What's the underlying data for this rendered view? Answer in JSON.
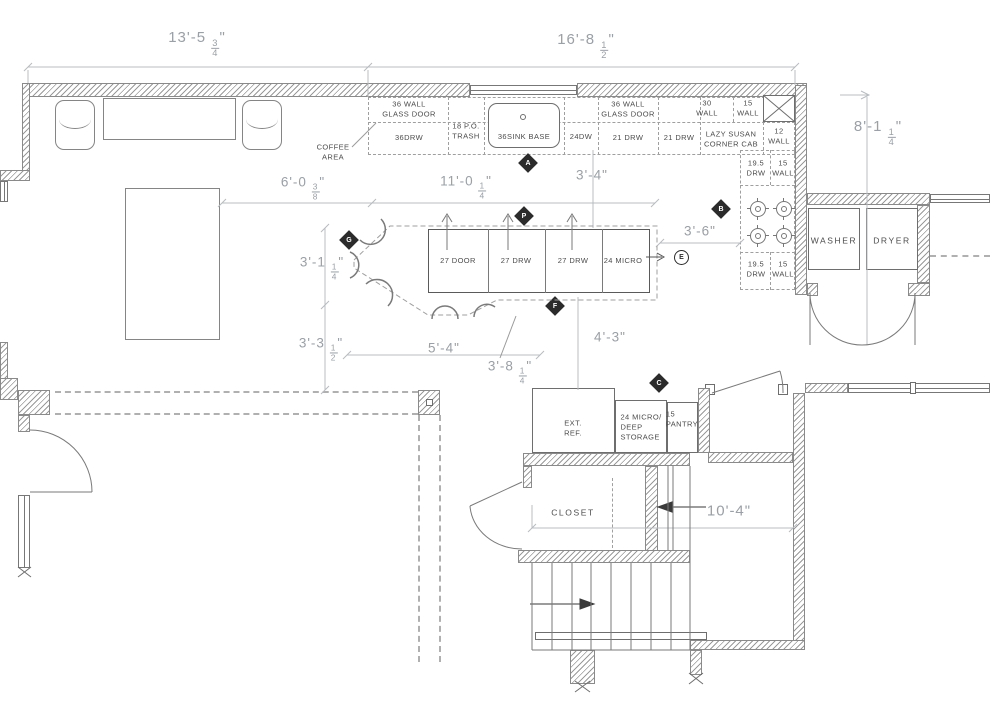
{
  "dims": {
    "top_left": "13'-5 3/4\"",
    "top_right": "16'-8 1/2\"",
    "laundry_depth": "8'-1 1/4\"",
    "nook": "6'-0 3/8\"",
    "island_run": "11'-0 1/4\"",
    "aisle_wall": "3'-4\"",
    "island_counter": "3'-6\"",
    "seat_a": "3'-1 1/4\"",
    "seat_b": "3'-3 1/2\"",
    "island_left": "5'-4\"",
    "overhang": "3'-8 1/4\"",
    "island_south": "4'-3\"",
    "hall": "10'-4\""
  },
  "labels": {
    "coffee": "COFFEE\nAREA"
  },
  "cabinets": {
    "top_run": [
      {
        "wall": "36 WALL\nGLASS DOOR",
        "base": "36DRW"
      },
      {
        "base": "18 P.O.\nTRASH"
      },
      {
        "base": "36SINK BASE"
      },
      {
        "base": "24DW"
      },
      {
        "wall": "36 WALL\nGLASS DOOR",
        "base": "21 DRW"
      },
      {
        "base": "21 DRW"
      },
      {
        "wall_a": "30\nWALL",
        "wall_b": "15\nWALL",
        "base": "LAZY SUSAN\nCORNER CAB"
      },
      {
        "base": "12\nWALL"
      }
    ],
    "right_run": [
      {
        "a": "19.5\nDRW",
        "b": "15\nWALL"
      },
      {
        "a": "19.5\nDRW",
        "b": "15\nWALL"
      }
    ]
  },
  "island": {
    "cells": [
      "27 DOOR",
      "27 DRW",
      "27 DRW",
      "24 MICRO"
    ]
  },
  "rooms": {
    "washer": "WASHER",
    "dryer": "DRYER",
    "closet": "CLOSET",
    "ext_ref": "EXT.\nREF.",
    "micro_storage": "24 MICRO/\nDEEP\nSTORAGE",
    "pantry": "15\nPANTRY"
  },
  "markers": {
    "a": "A",
    "b": "B",
    "c": "C",
    "e": "E",
    "f": "F",
    "g": "G",
    "p": "P"
  }
}
